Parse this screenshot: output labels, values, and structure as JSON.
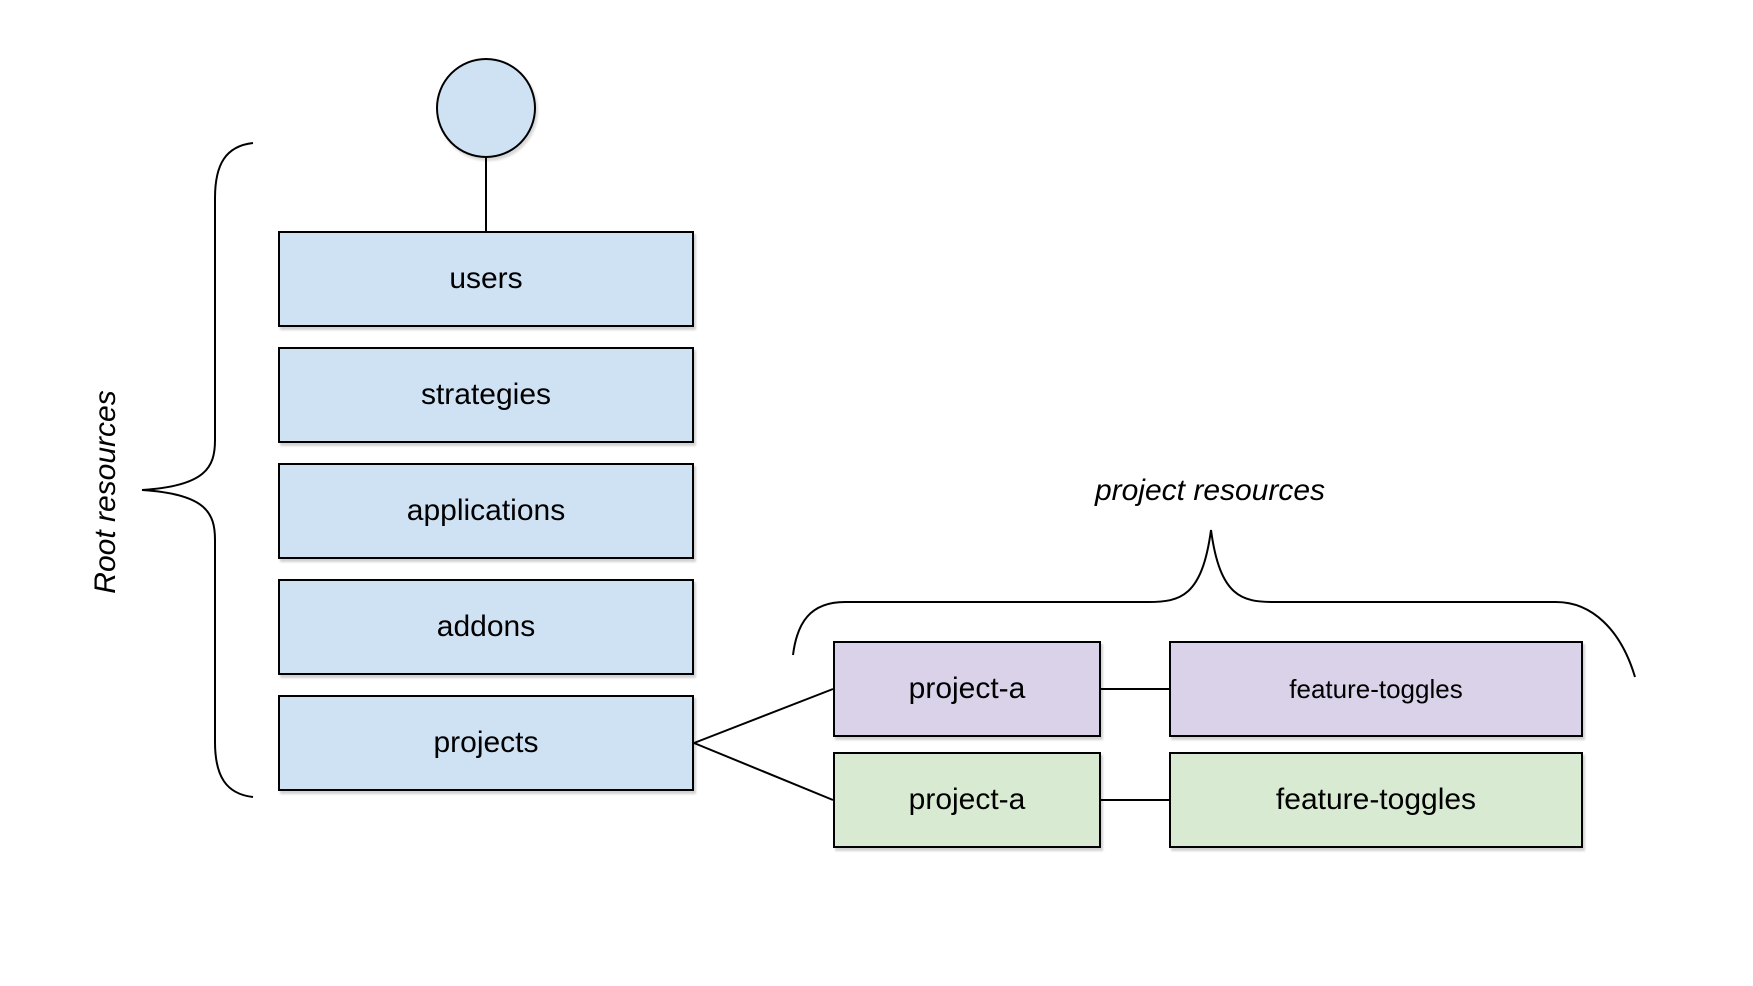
{
  "diagram": {
    "root_group": {
      "label": "Root resources",
      "nodes": [
        {
          "label": "users"
        },
        {
          "label": "strategies"
        },
        {
          "label": "applications"
        },
        {
          "label": "addons"
        },
        {
          "label": "projects"
        }
      ]
    },
    "project_group": {
      "label": "project resources",
      "rows": [
        {
          "project": {
            "label": "project-a"
          },
          "resource": {
            "label": "feature-toggles"
          },
          "color_key": "purple"
        },
        {
          "project": {
            "label": "project-a"
          },
          "resource": {
            "label": "feature-toggles"
          },
          "color_key": "green"
        }
      ]
    },
    "colors": {
      "root_node_fill": "#cfe2f3",
      "purple_fill": "#d9d2e9",
      "green_fill": "#d9ead3",
      "stroke": "#000000",
      "background": "#ffffff"
    }
  }
}
